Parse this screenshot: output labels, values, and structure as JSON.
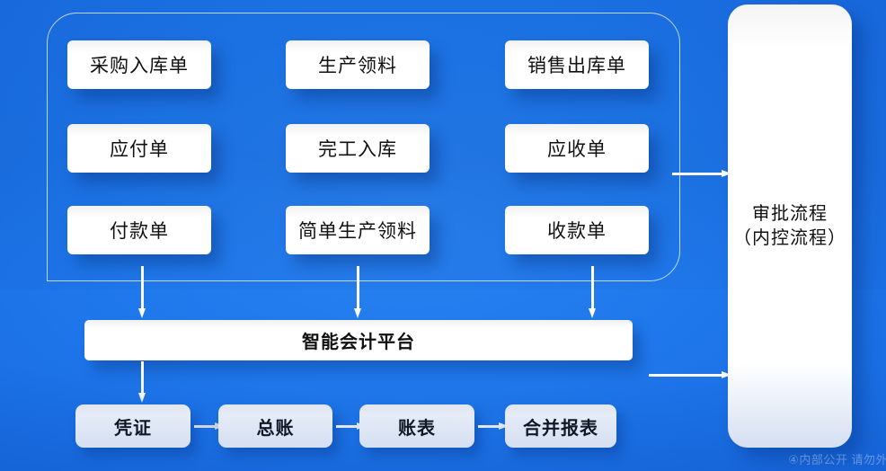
{
  "theme": {
    "background_blue": "#1f79ec",
    "card_white": "#ffffff",
    "arrow_white": "#ffffff",
    "arrow_grey": "#e9eaec",
    "text_dark": "#111111"
  },
  "group_frame": {
    "name": "source-documents-group"
  },
  "documents": {
    "column_1": [
      {
        "label": "采购入库单"
      },
      {
        "label": "应付单"
      },
      {
        "label": "付款单"
      }
    ],
    "column_2": [
      {
        "label": "生产领料"
      },
      {
        "label": "完工入库"
      },
      {
        "label": "简单生产领料"
      }
    ],
    "column_3": [
      {
        "label": "销售出库单"
      },
      {
        "label": "应收单"
      },
      {
        "label": "收款单"
      }
    ]
  },
  "platform": {
    "label": "智能会计平台"
  },
  "outputs": [
    {
      "label": "凭证"
    },
    {
      "label": "总账"
    },
    {
      "label": "账表"
    },
    {
      "label": "合并报表"
    }
  ],
  "approval": {
    "line1": "审批流程",
    "line2": "（内控流程）"
  },
  "watermark": {
    "text": "④内部公开 请勿外"
  }
}
